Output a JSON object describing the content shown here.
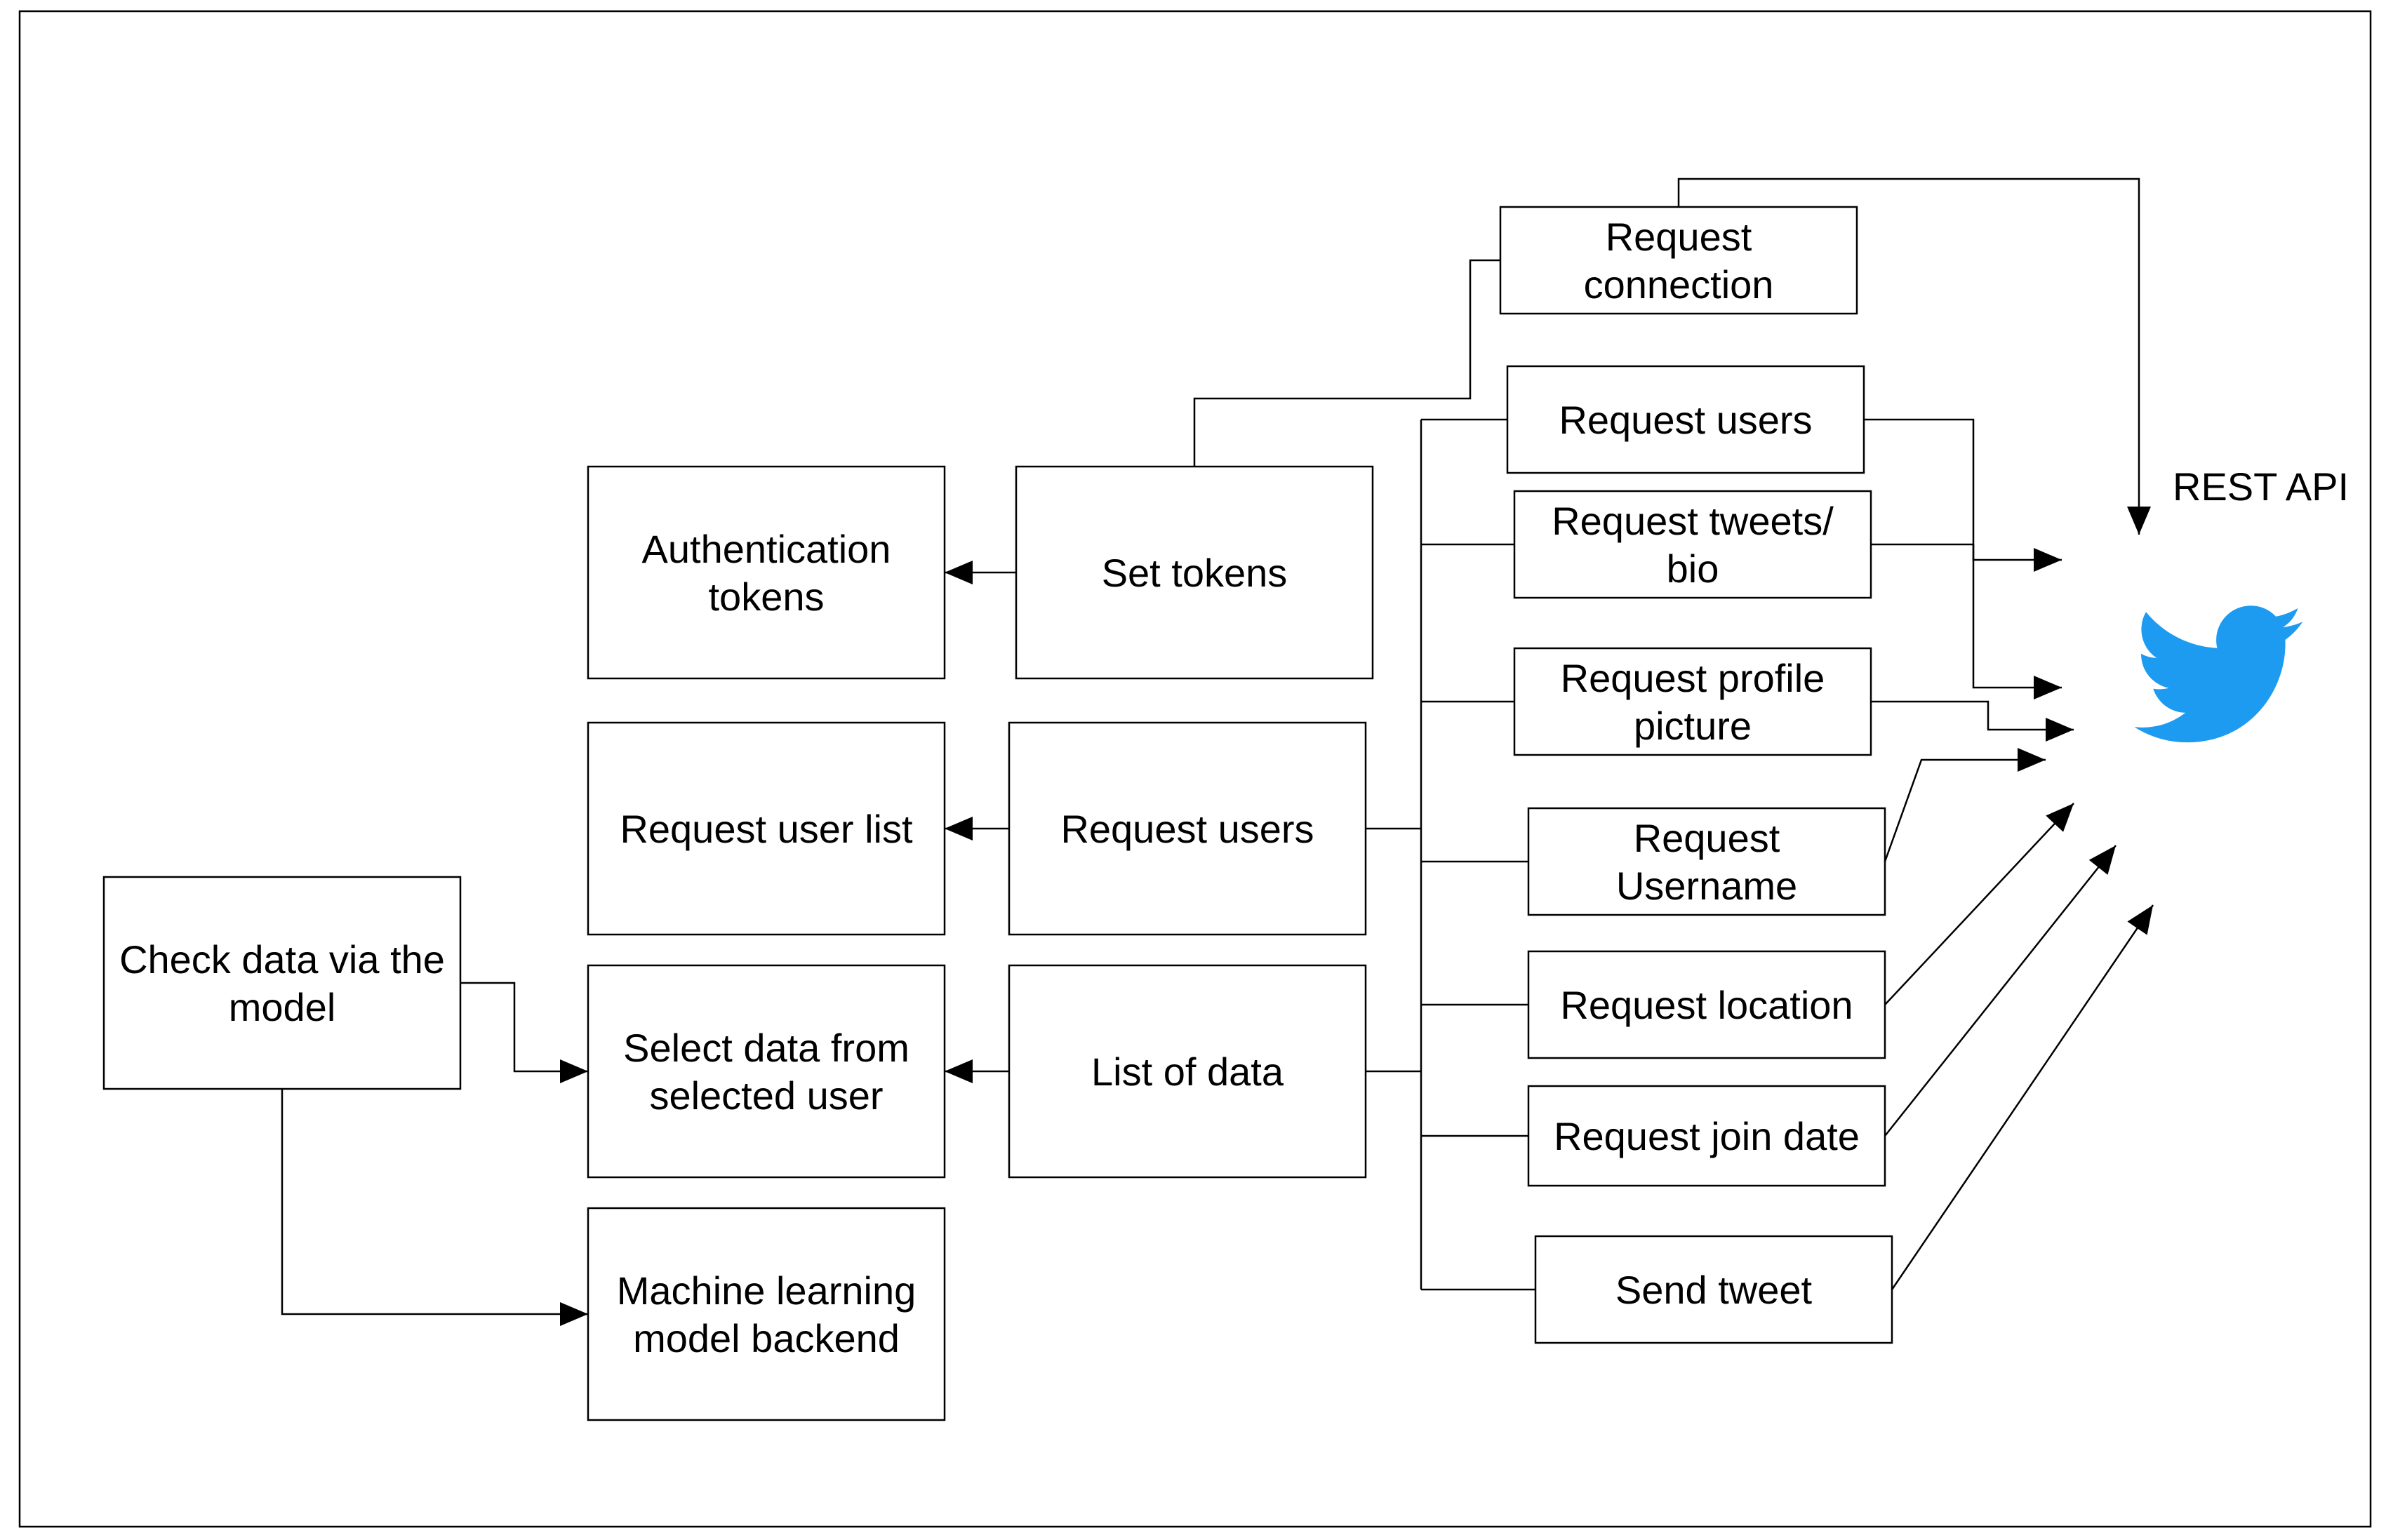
{
  "nodes": {
    "auth_tokens": [
      "Authentication",
      "tokens"
    ],
    "set_tokens": [
      "Set tokens"
    ],
    "request_connection": [
      "Request",
      "connection"
    ],
    "request_user_list": [
      "Request user list"
    ],
    "request_users_mid": [
      "Request users"
    ],
    "check_data": [
      "Check data via the",
      "model"
    ],
    "select_data": [
      "Select data from",
      "selected user"
    ],
    "list_of_data": [
      "List of data"
    ],
    "ml_backend": [
      "Machine learning",
      "model backend"
    ],
    "request_users_right": [
      "Request users"
    ],
    "request_tweets_bio": [
      "Request tweets/",
      "bio"
    ],
    "request_profile_picture": [
      "Request profile",
      "picture"
    ],
    "request_username": [
      "Request",
      "Username"
    ],
    "request_location": [
      "Request location"
    ],
    "request_join_date": [
      "Request join date"
    ],
    "send_tweet": [
      "Send tweet"
    ]
  },
  "target_label": "REST API",
  "colors": {
    "twitter_blue": "#1D9BF0",
    "line": "#000000",
    "background": "#ffffff"
  },
  "icons": {
    "target": "twitter-bird-icon"
  }
}
